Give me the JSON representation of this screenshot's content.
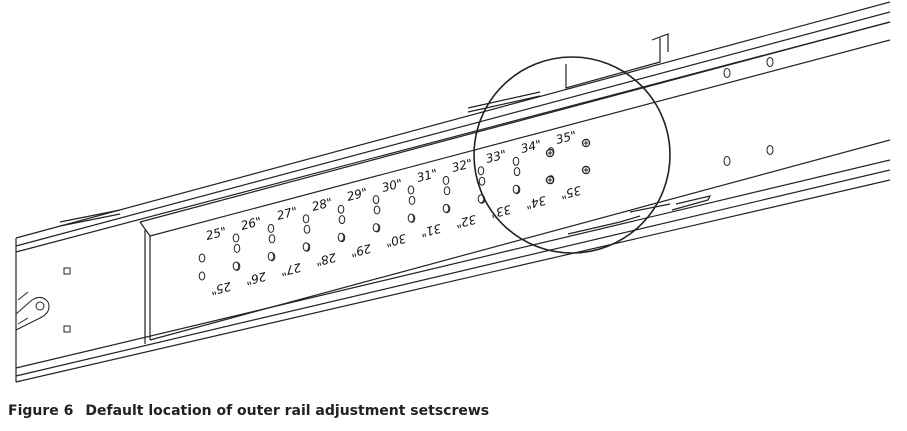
{
  "caption": {
    "figure_label": "Figure 6",
    "title": "Default location of outer rail adjustment setscrews"
  },
  "diagram": {
    "upper_labels": [
      "25\"",
      "26\"",
      "27\"",
      "28\"",
      "29\"",
      "30\"",
      "31\"",
      "32\"",
      "33\"",
      "34\"",
      "35\""
    ],
    "lower_labels": [
      "25\"",
      "26\"",
      "27\"",
      "28\"",
      "29\"",
      "30\"",
      "31\"",
      "32\"",
      "33\"",
      "34\"",
      "35\""
    ],
    "setscrew_position": "35\"",
    "line_color": "#222222",
    "icons": [
      "magnifier-circle-callout",
      "setscrew-icon"
    ]
  }
}
